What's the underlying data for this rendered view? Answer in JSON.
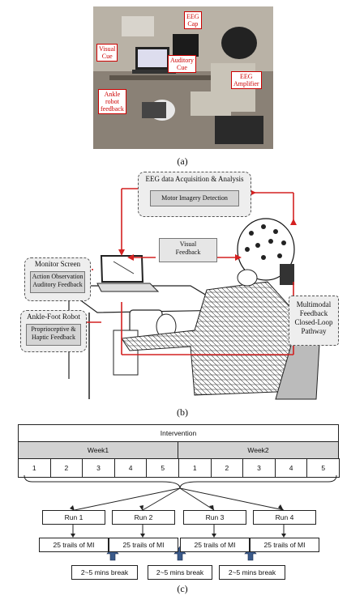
{
  "panel_a": {
    "caption": "(a)",
    "labels": {
      "eeg_cap": "EEG\nCap",
      "visual_cue": "Visual\nCue",
      "auditory_cue": "Auditory\nCue",
      "eeg_amplifier": "EEG\nAmplifier",
      "ankle_robot": "Ankle\nrobot\nfeedback"
    }
  },
  "panel_b": {
    "caption": "(b)",
    "eeg_title": "EEG data Acquisition & Analysis",
    "eeg_inner": "Motor Imagery Detection",
    "visual_feedback": "Visual\nFeedback",
    "monitor_title": "Monitor Screen",
    "monitor_inner": "Action Observation\nAuditory Feedback",
    "robot_title": "Ankle-Foot Robot",
    "robot_inner": "Proprioceptive &\nHaptic Feedback",
    "multimodal": "Multimodal\nFeedback\nClosed-Loop\nPathway"
  },
  "panel_c": {
    "caption": "(c)",
    "intervention": "Intervention",
    "weeks": [
      "Week1",
      "Week2"
    ],
    "days": [
      "1",
      "2",
      "3",
      "4",
      "5",
      "1",
      "2",
      "3",
      "4",
      "5"
    ],
    "runs": [
      "Run 1",
      "Run 2",
      "Run 3",
      "Run 4"
    ],
    "trials": "25 trails of MI",
    "break": "2~5 mins break"
  },
  "colors": {
    "feedback_red": "#d42020",
    "label_red": "#cc0000",
    "arrow_blue": "#3a5a8a",
    "box_grey": "#d2d2d2"
  }
}
